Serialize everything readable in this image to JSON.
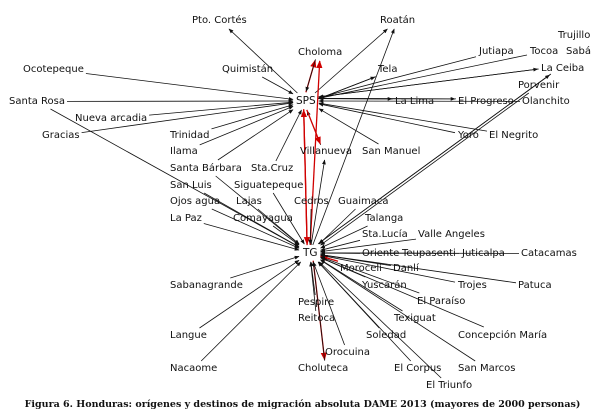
{
  "caption": "Figura 6. Honduras: orígenes y destinos de migración absoluta DAME 2013 (mayores de 2000 personas)",
  "colors": {
    "ink": "#111111",
    "red": "#d00000",
    "background": "#ffffff"
  },
  "nodes": [
    {
      "id": "sps",
      "label": "SPS"
    },
    {
      "id": "tg",
      "label": "TG"
    },
    {
      "id": "ptocortes",
      "label": "Pto. Cortés"
    },
    {
      "id": "roatan",
      "label": "Roatán"
    },
    {
      "id": "trujillo",
      "label": "Trujillo"
    },
    {
      "id": "choloma",
      "label": "Choloma"
    },
    {
      "id": "jutiapa",
      "label": "Jutiapa"
    },
    {
      "id": "tocoa",
      "label": "Tocoa"
    },
    {
      "id": "saba",
      "label": "Sabá"
    },
    {
      "id": "ocotepeque",
      "label": "Ocotepeque"
    },
    {
      "id": "quimistan",
      "label": "Quimistán"
    },
    {
      "id": "tela",
      "label": "Tela"
    },
    {
      "id": "laceiba",
      "label": "La Ceiba"
    },
    {
      "id": "porvenir",
      "label": "Porvenir"
    },
    {
      "id": "santarosa",
      "label": "Santa Rosa"
    },
    {
      "id": "lalima",
      "label": "La Lima"
    },
    {
      "id": "elprogreso",
      "label": "El Progreso"
    },
    {
      "id": "olanchito",
      "label": "Olanchito"
    },
    {
      "id": "nuevaarcadia",
      "label": "Nueva arcadia"
    },
    {
      "id": "gracias",
      "label": "Gracias"
    },
    {
      "id": "trinidad",
      "label": "Trinidad"
    },
    {
      "id": "yoro",
      "label": "Yoro"
    },
    {
      "id": "elnegrito",
      "label": "El Negrito"
    },
    {
      "id": "ilama",
      "label": "Ilama"
    },
    {
      "id": "villanueva",
      "label": "Villanueva"
    },
    {
      "id": "sanmanuel",
      "label": "San Manuel"
    },
    {
      "id": "santabarbara",
      "label": "Santa Bárbara"
    },
    {
      "id": "stacruz",
      "label": "Sta.Cruz"
    },
    {
      "id": "sanluis",
      "label": "San Luis"
    },
    {
      "id": "siguatepeque",
      "label": "Siguatepeque"
    },
    {
      "id": "ojosagua",
      "label": "Ojos agua"
    },
    {
      "id": "lajas",
      "label": "Lajas"
    },
    {
      "id": "cedros",
      "label": "Cedros"
    },
    {
      "id": "guaimaca",
      "label": "Guaimaca"
    },
    {
      "id": "lapaz",
      "label": "La Paz"
    },
    {
      "id": "comayagua",
      "label": "Comayagua"
    },
    {
      "id": "talanga",
      "label": "Talanga"
    },
    {
      "id": "staLucia",
      "label": "Sta.Lucía"
    },
    {
      "id": "valleangeles",
      "label": "Valle Angeles"
    },
    {
      "id": "oriente",
      "label": "Oriente"
    },
    {
      "id": "teupasenti",
      "label": "Teupasenti"
    },
    {
      "id": "juticalpa",
      "label": "Juticalpa"
    },
    {
      "id": "catacamas",
      "label": "Catacamas"
    },
    {
      "id": "morocelli",
      "label": "Morocelí"
    },
    {
      "id": "danli",
      "label": "Danlí"
    },
    {
      "id": "sabanagrande",
      "label": "Sabanagrande"
    },
    {
      "id": "yuscaran",
      "label": "Yuscarán"
    },
    {
      "id": "trojes",
      "label": "Trojes"
    },
    {
      "id": "patuca",
      "label": "Patuca"
    },
    {
      "id": "elparaiso",
      "label": "El Paraíso"
    },
    {
      "id": "pespire",
      "label": "Pespire"
    },
    {
      "id": "reitoca",
      "label": "Reitoca"
    },
    {
      "id": "texiguat",
      "label": "Texiguat"
    },
    {
      "id": "langue",
      "label": "Langue"
    },
    {
      "id": "soledad",
      "label": "Soledad"
    },
    {
      "id": "concepcionmaria",
      "label": "Concepción María"
    },
    {
      "id": "orocuina",
      "label": "Orocuina"
    },
    {
      "id": "nacaome",
      "label": "Nacaome"
    },
    {
      "id": "choluteca",
      "label": "Choluteca"
    },
    {
      "id": "elcorpus",
      "label": "El Corpus"
    },
    {
      "id": "sanmarcos",
      "label": "San Marcos"
    },
    {
      "id": "eltriunfo",
      "label": "El Triunfo"
    }
  ],
  "edges": [
    {
      "from": "sps",
      "to": "choloma",
      "color": "red"
    },
    {
      "from": "choloma",
      "to": "sps",
      "color": "black"
    },
    {
      "from": "sps",
      "to": "ptocortes",
      "color": "black"
    },
    {
      "from": "sps",
      "to": "roatan",
      "color": "black"
    },
    {
      "from": "sps",
      "to": "tela",
      "color": "black"
    },
    {
      "from": "tela",
      "to": "sps",
      "color": "black"
    },
    {
      "from": "sps",
      "to": "laceiba",
      "color": "black"
    },
    {
      "from": "laceiba",
      "to": "sps",
      "color": "black"
    },
    {
      "from": "jutiapa",
      "to": "sps",
      "color": "black"
    },
    {
      "from": "tocoa",
      "to": "sps",
      "color": "black"
    },
    {
      "from": "olanchito",
      "to": "sps",
      "color": "black"
    },
    {
      "from": "lalima",
      "to": "sps",
      "color": "black"
    },
    {
      "from": "sps",
      "to": "lalima",
      "color": "black"
    },
    {
      "from": "elprogreso",
      "to": "sps",
      "color": "black"
    },
    {
      "from": "sps",
      "to": "elprogreso",
      "color": "black"
    },
    {
      "from": "yoro",
      "to": "sps",
      "color": "black"
    },
    {
      "from": "elnegrito",
      "to": "sps",
      "color": "black"
    },
    {
      "from": "sanmanuel",
      "to": "sps",
      "color": "black"
    },
    {
      "from": "villanueva",
      "to": "sps",
      "color": "black"
    },
    {
      "from": "sps",
      "to": "villanueva",
      "color": "red"
    },
    {
      "from": "quimistan",
      "to": "sps",
      "color": "black"
    },
    {
      "from": "ocotepeque",
      "to": "sps",
      "color": "black"
    },
    {
      "from": "santarosa",
      "to": "sps",
      "color": "black"
    },
    {
      "from": "nuevaarcadia",
      "to": "sps",
      "color": "black"
    },
    {
      "from": "gracias",
      "to": "sps",
      "color": "black"
    },
    {
      "from": "trinidad",
      "to": "sps",
      "color": "black"
    },
    {
      "from": "ilama",
      "to": "sps",
      "color": "black"
    },
    {
      "from": "santabarbara",
      "to": "sps",
      "color": "black"
    },
    {
      "from": "stacruz",
      "to": "sps",
      "color": "black"
    },
    {
      "from": "tg",
      "to": "sps",
      "color": "red"
    },
    {
      "from": "sps",
      "to": "tg",
      "color": "red"
    },
    {
      "from": "tg",
      "to": "choloma",
      "color": "red"
    },
    {
      "from": "tg",
      "to": "villanueva",
      "color": "black"
    },
    {
      "from": "tg",
      "to": "laceiba",
      "color": "black"
    },
    {
      "from": "laceiba",
      "to": "tg",
      "color": "black"
    },
    {
      "from": "tg",
      "to": "roatan",
      "color": "black"
    },
    {
      "from": "porvenir",
      "to": "tg",
      "color": "black"
    },
    {
      "from": "santarosa",
      "to": "tg",
      "color": "black"
    },
    {
      "from": "santabarbara",
      "to": "tg",
      "color": "black"
    },
    {
      "from": "sanluis",
      "to": "tg",
      "color": "black"
    },
    {
      "from": "siguatepeque",
      "to": "tg",
      "color": "black"
    },
    {
      "from": "ojosagua",
      "to": "tg",
      "color": "black"
    },
    {
      "from": "lajas",
      "to": "tg",
      "color": "black"
    },
    {
      "from": "lapaz",
      "to": "tg",
      "color": "black"
    },
    {
      "from": "comayagua",
      "to": "tg",
      "color": "black"
    },
    {
      "from": "cedros",
      "to": "tg",
      "color": "black"
    },
    {
      "from": "guaimaca",
      "to": "tg",
      "color": "black"
    },
    {
      "from": "talanga",
      "to": "tg",
      "color": "black"
    },
    {
      "from": "staLucia",
      "to": "tg",
      "color": "black"
    },
    {
      "from": "valleangeles",
      "to": "tg",
      "color": "black"
    },
    {
      "from": "catacamas",
      "to": "tg",
      "color": "black"
    },
    {
      "from": "juticalpa",
      "to": "tg",
      "color": "black"
    },
    {
      "from": "teupasenti",
      "to": "tg",
      "color": "black"
    },
    {
      "from": "oriente",
      "to": "tg",
      "color": "black"
    },
    {
      "from": "morocelli",
      "to": "tg",
      "color": "red"
    },
    {
      "from": "danli",
      "to": "tg",
      "color": "black"
    },
    {
      "from": "trojes",
      "to": "tg",
      "color": "black"
    },
    {
      "from": "patuca",
      "to": "tg",
      "color": "black"
    },
    {
      "from": "elparaiso",
      "to": "tg",
      "color": "black"
    },
    {
      "from": "yuscaran",
      "to": "tg",
      "color": "black"
    },
    {
      "from": "sabanagrande",
      "to": "tg",
      "color": "black"
    },
    {
      "from": "langue",
      "to": "tg",
      "color": "black"
    },
    {
      "from": "nacaome",
      "to": "tg",
      "color": "black"
    },
    {
      "from": "pespire",
      "to": "tg",
      "color": "black"
    },
    {
      "from": "reitoca",
      "to": "tg",
      "color": "black"
    },
    {
      "from": "tg",
      "to": "choluteca",
      "color": "red"
    },
    {
      "from": "choluteca",
      "to": "tg",
      "color": "black"
    },
    {
      "from": "orocuina",
      "to": "tg",
      "color": "black"
    },
    {
      "from": "elcorpus",
      "to": "tg",
      "color": "black"
    },
    {
      "from": "eltriunfo",
      "to": "tg",
      "color": "black"
    },
    {
      "from": "sanmarcos",
      "to": "tg",
      "color": "black"
    },
    {
      "from": "texiguat",
      "to": "tg",
      "color": "black"
    },
    {
      "from": "soledad",
      "to": "tg",
      "color": "black"
    },
    {
      "from": "concepcionmaria",
      "to": "tg",
      "color": "black"
    }
  ]
}
